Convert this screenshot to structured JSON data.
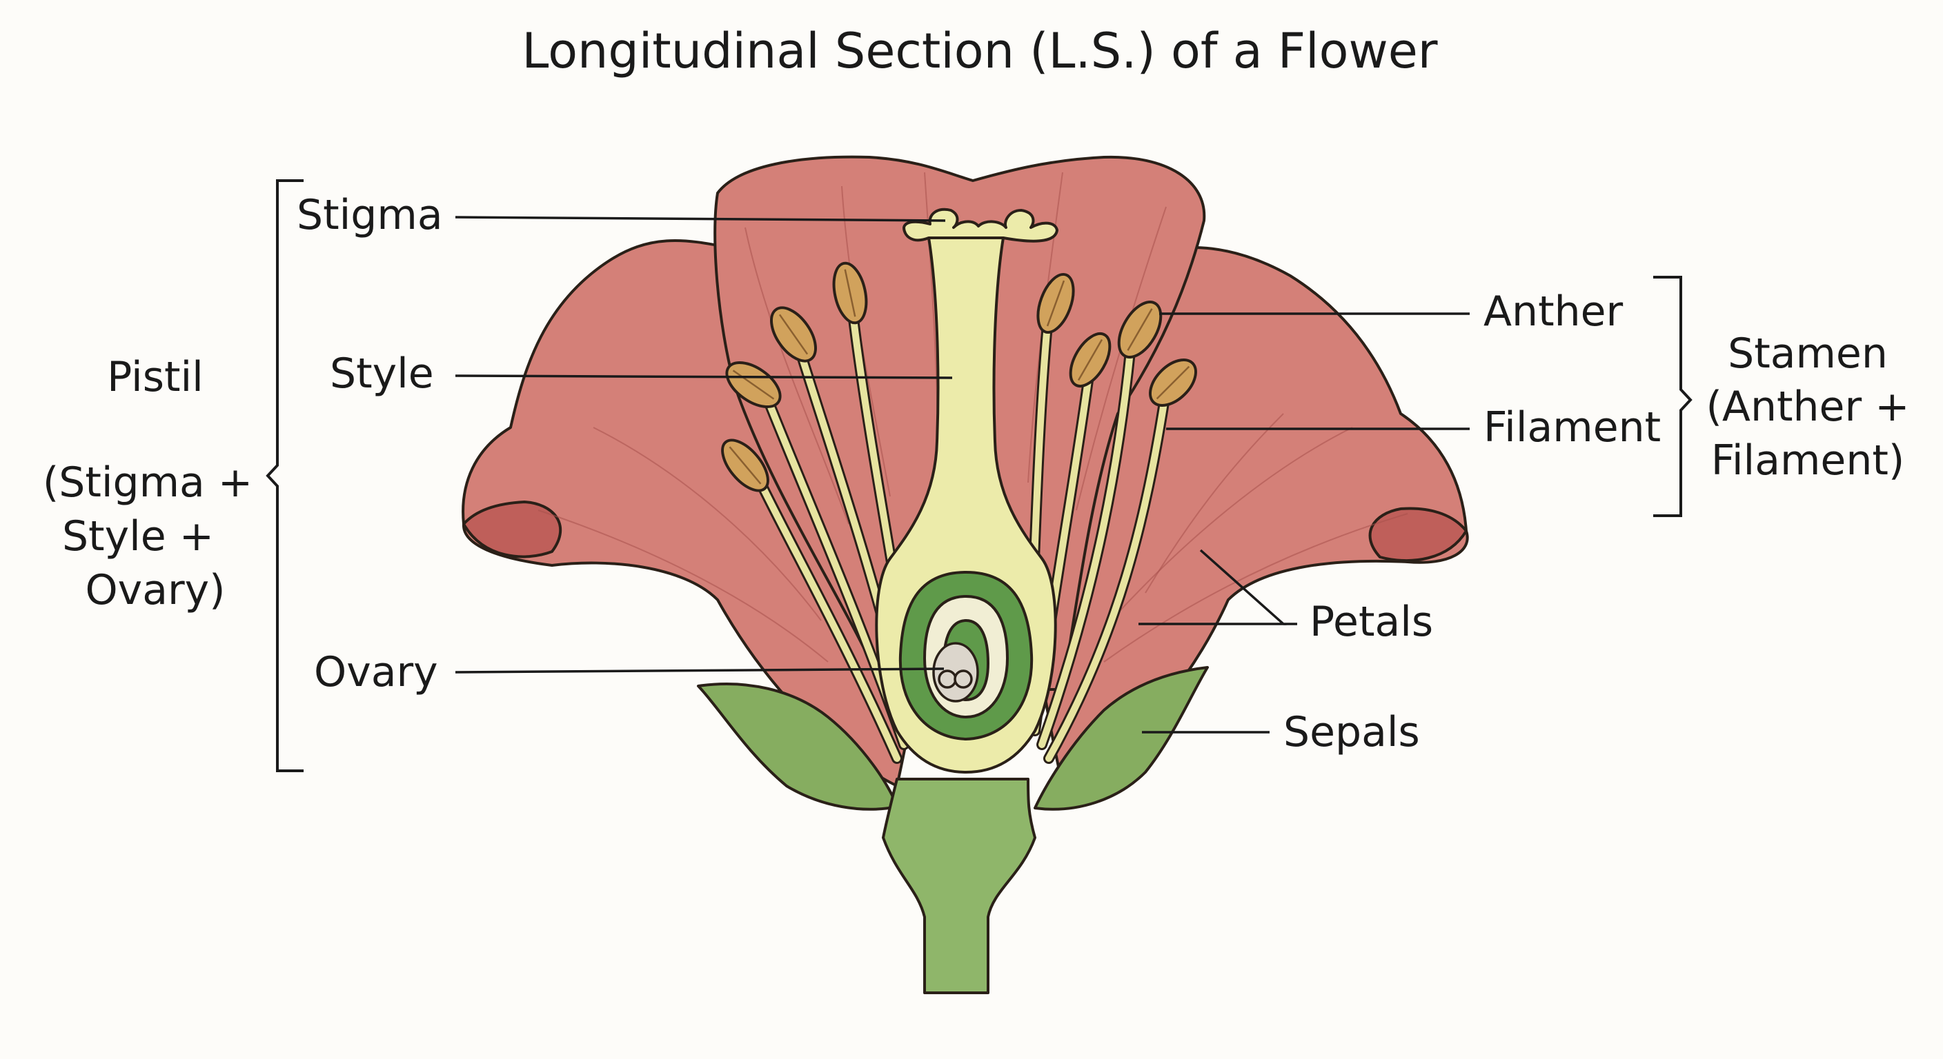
{
  "title": "Longitudinal Section (L.S.) of a Flower",
  "labels": {
    "stigma": "Stigma",
    "style": "Style",
    "ovary": "Ovary",
    "anther": "Anther",
    "filament": "Filament",
    "petals": "Petals",
    "sepals": "Sepals"
  },
  "groups": {
    "pistil": {
      "name": "Pistil",
      "detail": [
        "(Stigma +",
        "Style +",
        "Ovary)"
      ]
    },
    "stamen": {
      "name": "Stamen",
      "detail": [
        "(Anther +",
        "Filament)"
      ]
    }
  },
  "colors": {
    "petal": "#d48078",
    "sepal": "#86ad60",
    "pistil": "#ecebaa",
    "ovary_wall": "#5f9a4a",
    "anther": "#d1a25c"
  }
}
